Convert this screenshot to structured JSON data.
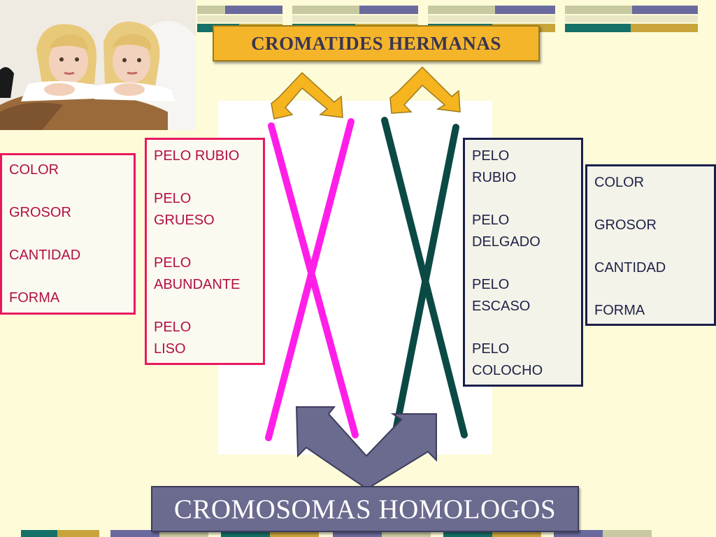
{
  "slide": {
    "top_title": "CROMATIDES HERMANAS",
    "bottom_title": "CROMOSOMAS HOMOLOGOS"
  },
  "colors": {
    "background": "#fdfbd8",
    "pink_chromosome": "#ff1ee8",
    "green_chromosome": "#0b4a44",
    "yellow_arrow": "#f6b41e",
    "purple_arrow": "#6b6a8f"
  },
  "left_traits_box": {
    "items": [
      "COLOR",
      "GROSOR",
      "CANTIDAD",
      "FORMA"
    ]
  },
  "left_values_box": {
    "items": [
      "PELO RUBIO",
      "PELO\nGRUESO",
      "PELO\nABUNDANTE",
      "PELO\nLISO"
    ]
  },
  "right_values_box": {
    "items": [
      "PELO\nRUBIO",
      "PELO\nDELGADO",
      "PELO\nESCASO",
      "PELO\nCOLOCHO"
    ]
  },
  "right_traits_box": {
    "items": [
      "COLOR",
      "GROSOR",
      "CANTIDAD",
      "FORMA"
    ]
  },
  "photo": {
    "icon": "twins-photo"
  }
}
